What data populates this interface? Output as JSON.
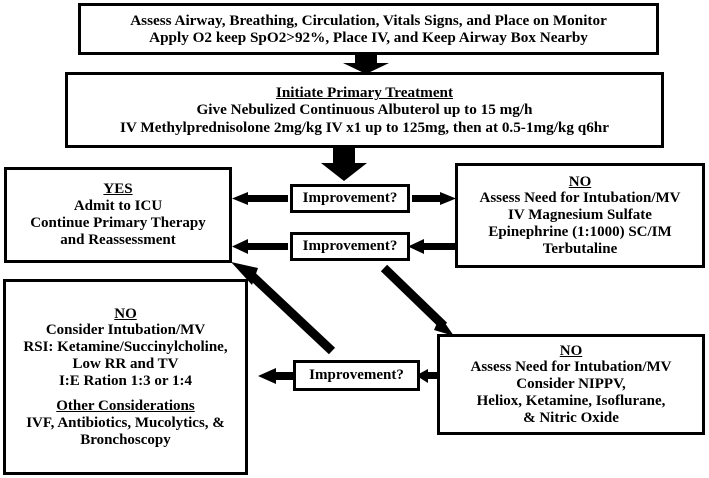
{
  "diagram": {
    "title": "Status Asthmaticus Treatment Algorithm",
    "stroke_color": "#000000",
    "background_color": "#ffffff",
    "nodes": {
      "assess": {
        "name": "assess-airway-box",
        "lines": [
          {
            "text": "Assess Airway, Breathing, Circulation, Vitals Signs, and Place on Monitor",
            "underline": false
          },
          {
            "text": "Apply O2 keep SpO2>92%, Place IV, and Keep Airway Box Nearby",
            "underline": false
          }
        ]
      },
      "initiate": {
        "name": "initiate-primary-treatment-box",
        "lines": [
          {
            "text": "Initiate Primary Treatment",
            "underline": true
          },
          {
            "text": "Give Nebulized Continuous Albuterol up to 15 mg/h",
            "underline": false
          },
          {
            "text": "IV Methylprednisolone 2mg/kg IV x1 up to 125mg, then at 0.5-1mg/kg q6hr",
            "underline": false
          }
        ]
      },
      "yes_branch": {
        "name": "yes-admit-icu-box",
        "lines": [
          {
            "text": "YES",
            "underline": true
          },
          {
            "text": "Admit to ICU",
            "underline": false
          },
          {
            "text": "Continue Primary Therapy",
            "underline": false
          },
          {
            "text": "and Reassessment",
            "underline": false
          }
        ]
      },
      "no_upper": {
        "name": "no-assess-intubation-upper-box",
        "lines": [
          {
            "text": "NO",
            "underline": true
          },
          {
            "text": "Assess Need for Intubation/MV",
            "underline": false
          },
          {
            "text": "IV Magnesium Sulfate",
            "underline": false
          },
          {
            "text": "Epinephrine (1:1000) SC/IM",
            "underline": false
          },
          {
            "text": "Terbutaline",
            "underline": false
          }
        ]
      },
      "no_lower_left": {
        "name": "no-consider-intubation-box",
        "lines": [
          {
            "text": "NO",
            "underline": true
          },
          {
            "text": "Consider Intubation/MV",
            "underline": false
          },
          {
            "text": "RSI: Ketamine/Succinylcholine,",
            "underline": false
          },
          {
            "text": "Low RR and TV",
            "underline": false
          },
          {
            "text": "I:E Ration 1:3 or 1:4",
            "underline": false
          },
          {
            "text": "",
            "underline": false
          },
          {
            "text": "Other Considerations",
            "underline": true
          },
          {
            "text": "IVF, Antibiotics, Mucolytics, &",
            "underline": false
          },
          {
            "text": "Bronchoscopy",
            "underline": false
          }
        ]
      },
      "no_lower_right": {
        "name": "no-assess-intubation-lower-box",
        "lines": [
          {
            "text": "NO",
            "underline": true
          },
          {
            "text": "Assess Need for Intubation/MV",
            "underline": false
          },
          {
            "text": "Consider NIPPV,",
            "underline": false
          },
          {
            "text": "Heliox, Ketamine, Isoflurane,",
            "underline": false
          },
          {
            "text": "& Nitric Oxide",
            "underline": false
          }
        ]
      },
      "improvement_1": {
        "name": "improvement-decision-1",
        "label": "Improvement?"
      },
      "improvement_2": {
        "name": "improvement-decision-2",
        "label": "Improvement?"
      },
      "improvement_3": {
        "name": "improvement-decision-3",
        "label": "Improvement?"
      }
    },
    "connectors": [
      {
        "name": "arrow-assess-to-initiate",
        "direction": "down"
      },
      {
        "name": "arrow-initiate-to-improvement-1",
        "direction": "down"
      },
      {
        "name": "arrow-improvement-1-to-yes",
        "direction": "left"
      },
      {
        "name": "arrow-improvement-1-to-no-upper",
        "direction": "right"
      },
      {
        "name": "arrow-no-upper-to-improvement-2",
        "direction": "left"
      },
      {
        "name": "arrow-improvement-2-to-yes",
        "direction": "left"
      },
      {
        "name": "arrow-improvement-2-to-no-lower-right",
        "direction": "diagonal-down-right"
      },
      {
        "name": "arrow-no-lower-left-to-yes",
        "direction": "diagonal-up-left"
      },
      {
        "name": "arrow-no-lower-right-to-improvement-3",
        "direction": "left"
      },
      {
        "name": "arrow-improvement-3-to-no-lower-left",
        "direction": "left"
      }
    ]
  }
}
